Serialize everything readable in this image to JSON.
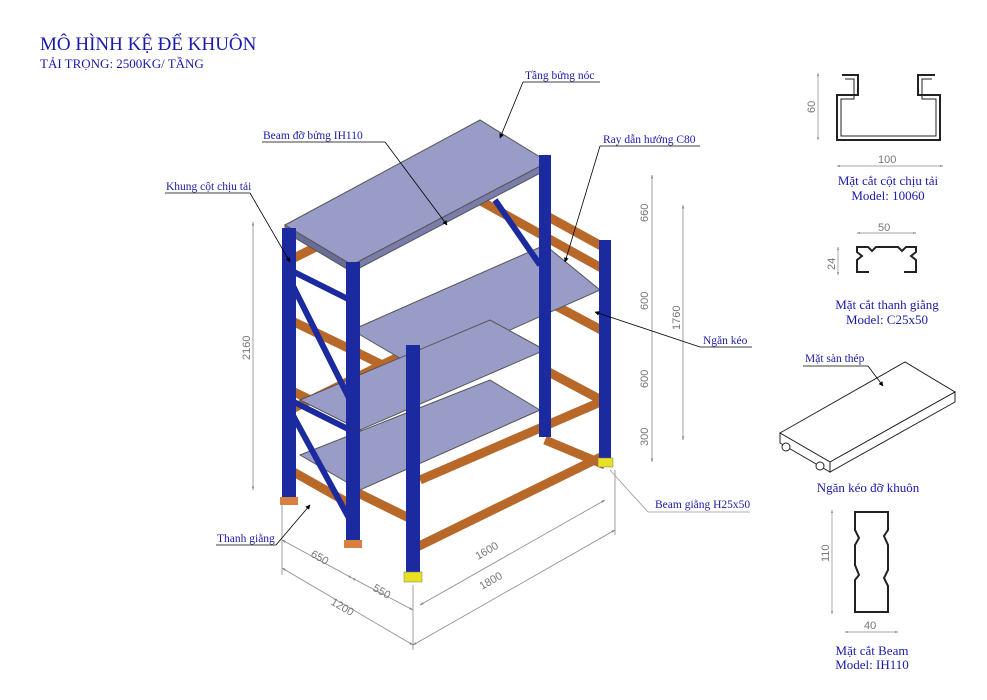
{
  "header": {
    "title": "MÔ HÌNH KỆ ĐỂ KHUÔN",
    "subtitle": "TẢI TRỌNG: 2500KG/ TẦNG"
  },
  "callouts": {
    "top_deck": "Tầng bửng nóc",
    "beam_ih110": "Beam đỡ bửng IH110",
    "guide_rail": "Ray dẫn hướng C80",
    "column_frame": "Khung cột chịu tải",
    "drawer": "Ngăn kéo",
    "beam_brace": "Beam giằng H25x50",
    "brace": "Thanh giằng"
  },
  "dimensions": {
    "total_height": "2160",
    "level_1": "660",
    "level_2": "600",
    "level_3": "600",
    "level_4": "300",
    "rail_height": "1760",
    "depth_a": "650",
    "depth_b": "550",
    "depth_total": "1200",
    "inner_width": "1600",
    "outer_width": "1800"
  },
  "sections": {
    "column": {
      "w": "100",
      "h": "60",
      "caption": "Mặt cắt cột chịu tải",
      "model": "Model: 10060"
    },
    "brace": {
      "w": "50",
      "h": "24",
      "caption": "Mặt cắt thanh giằng",
      "model": "Model: C25x50"
    },
    "drawer": {
      "label": "Mặt sàn thép",
      "caption": "Ngăn kéo đỡ khuôn"
    },
    "beam": {
      "w": "40",
      "h": "110",
      "caption": "Mặt cắt Beam",
      "model": "Model: IH110"
    }
  },
  "colors": {
    "column": "#1b2a9e",
    "beam": "#b8692a",
    "deck": "#9a9cc8",
    "text": "#1a1aa8",
    "foot": "#e8e020"
  }
}
